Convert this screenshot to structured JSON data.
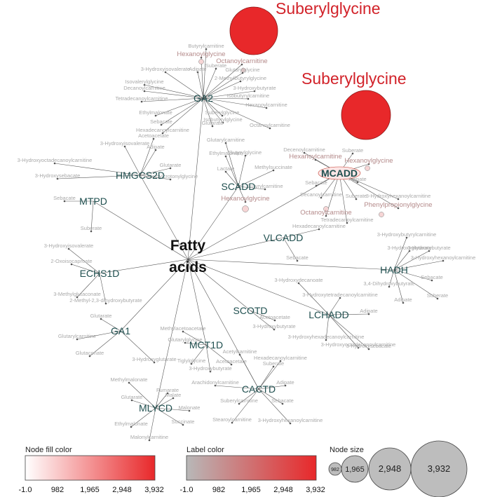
{
  "center": {
    "line1": "Fatty",
    "line2": "acids"
  },
  "big_labels": [
    "Suberylglycine",
    "Suberylglycine"
  ],
  "hubs": [
    {
      "id": "GA2",
      "label": "GA2",
      "leaves": [
        "Butyrylcarnitine",
        "Hexanoylglycine",
        "Octanoylcarnitine",
        "Suberate",
        "Glutarylglycine",
        "3-Hydroxyisovalerate",
        "Adipate",
        "2-Methylbutyrylglycine",
        "Isovalerylglycine",
        "Decanoylcarnitine",
        "3-Hydroxybutyrate",
        "Tetradecanoylcarnitine",
        "Isobutyrylcarnitine",
        "Hexanoylcarnitine",
        "Ethylmalonate",
        "Suberylglycine",
        "Sebacate",
        "Isobutyrylglycine",
        "Glutarate",
        "Octanoylcarnitine",
        "Hexadecanoylcarnitine"
      ]
    },
    {
      "id": "HMGCS2D",
      "label": "HMGCS2D",
      "leaves": [
        "Acetoacetate",
        "3-Hydroxyisovalerate",
        "Adipate",
        "3-Hydroxyoctadecanoylcarnitine",
        "Glutarate",
        "3-Methylcrotonylglycine",
        "3-Hydroxysebacate"
      ]
    },
    {
      "id": "MTPD",
      "label": "MTPD",
      "leaves": [
        "Sebacate",
        "Suberate"
      ]
    },
    {
      "id": "ECHS1D",
      "label": "ECHS1D",
      "leaves": [
        "3-Hydroxyisovalerate",
        "2-Oxoisocaproate",
        "3-Methylglutaconate",
        "2-Methyl-2,3-dihydroxybutyrate"
      ]
    },
    {
      "id": "GA1",
      "label": "GA1",
      "leaves": [
        "Glutarate",
        "Glutarylcarnitine",
        "Glutaconate",
        "3-Hydroxyglutarate"
      ]
    },
    {
      "id": "SCADD",
      "label": "SCADD",
      "leaves": [
        "Glutarylcarnitine",
        "Ethylmalonate",
        "Butyrylglycine",
        "Lactate",
        "Methylsuccinate",
        "Butyrylcarnitine",
        "Hexanoylglycine"
      ]
    },
    {
      "id": "MCADD",
      "label": "MCADD",
      "leaves": [
        "Decenoylcarnitine",
        "Hexanoylcarnitine",
        "Suberate",
        "Hexanoylglycine",
        "Sebacate",
        "Adipate",
        "Decanoylcarnitine",
        "3-Hydroxyhexanoylcarnitine",
        "Suberate",
        "Phenylpropionylglycine",
        "Octanoylcarnitine",
        "Tetradecanoylcarnitine"
      ]
    },
    {
      "id": "VLCADD",
      "label": "VLCADD",
      "leaves": [
        "Hexadecanoylcarnitine",
        "Sebacate"
      ]
    },
    {
      "id": "HADH",
      "label": "HADH",
      "leaves": [
        "3-Hydroxybutyrylcarnitine",
        "3-Hydroxybutyrate",
        "3-Hydroxyglutarate",
        "3-Hydroxyhexanoylcarnitine",
        "Sebacate",
        "3,4-Dihydroxybutyrate",
        "Adipate",
        "Suberate"
      ]
    },
    {
      "id": "LCHADD",
      "label": "LCHADD",
      "leaves": [
        "3-Hydroxydecanoate",
        "3-Hydroxytetradecanoylcarnitine",
        "Adipate",
        "3-Hydroxyhexadecanoylcarnitine",
        "3-Hydroxysebacate",
        "3-Hydroxyoctadecanoylcarnitine"
      ]
    },
    {
      "id": "SCOTD",
      "label": "SCOTD",
      "leaves": [
        "Acetoacetate",
        "3-Hydroxybutyrate"
      ]
    },
    {
      "id": "MCT1D",
      "label": "MCT1D",
      "leaves": [
        "Methylacetoacetate",
        "Glutarylglycine",
        "Tiglylglycine",
        "Acetoacetate",
        "3-Hydroxybutyrate"
      ]
    },
    {
      "id": "CACTD",
      "label": "CACTD",
      "leaves": [
        "Acetylcarnitine",
        "Hexadecanoylcarnitine",
        "Suberate",
        "Arachidonylcarnitine",
        "Adipate",
        "Suberylcarnitine",
        "Sebacate",
        "Stearoylcarnitine",
        "3-Hydroxyhexanoylcarnitine"
      ]
    },
    {
      "id": "MLYCD",
      "label": "MLYCD",
      "leaves": [
        "Methylmalonate",
        "Fumarate",
        "Glutarate",
        "Malate",
        "Malonate",
        "Ethylmalonate",
        "Succinate",
        "Malonylcarnitine"
      ]
    }
  ],
  "legend": {
    "fill": {
      "title": "Node fill color",
      "ticks": [
        "-1.0",
        "982",
        "1,965",
        "2,948",
        "3,932"
      ],
      "color_min": "#ffffff",
      "color_max": "#e8282a"
    },
    "label": {
      "title": "Label color",
      "ticks": [
        "-1.0",
        "982",
        "1,965",
        "2,948",
        "3,932"
      ],
      "color_min": "#b8b8b8",
      "color_max": "#e8282a"
    },
    "size": {
      "title": "Node size",
      "values": [
        "982",
        "1,965",
        "2,948",
        "3,932"
      ],
      "color": "#bdbdbd"
    }
  },
  "colors": {
    "hub_text": "#1f4f4f",
    "leaf_text": "#a9a9a9",
    "edge": "#555555",
    "hot_text": "#b48a8a",
    "big_text": "#d2232a",
    "big_node": "#e8282a"
  }
}
